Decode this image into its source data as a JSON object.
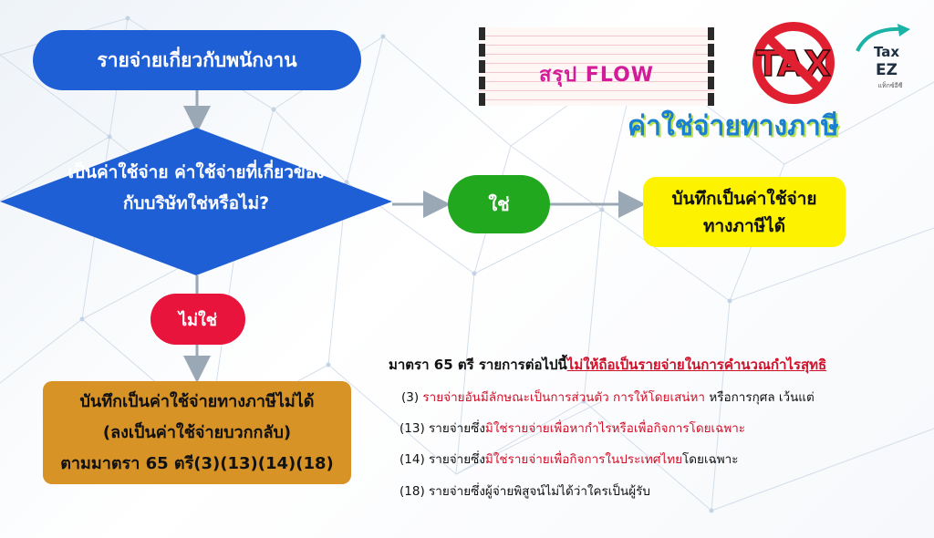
{
  "flow": {
    "start": "รายจ่ายเกี่ยวกับพนักงาน",
    "question": [
      "เป็นค่าใช้จ่าย",
      "ค่าใช้จ่ายที่เกี่ยวข้อง",
      "กับบริษัทใช่หรือไม่?"
    ],
    "yes_label": "ใช่",
    "yes_result": [
      "บันทึกเป็นค่าใช้จ่าย",
      "ทางภาษีได้"
    ],
    "no_label": "ไม่ใช่",
    "no_result": [
      "บันทึกเป็นค่าใช้จ่ายทางภาษีไม่ได้",
      "(ลงเป็นค่าใช้จ่ายบวกกลับ)",
      "ตามมาตรา 65 ตรี(3)(13)(14)(18)"
    ]
  },
  "header": {
    "ticket": "สรุป FLOW",
    "title": "ค่าใช่จ่ายทางภาษี",
    "tax_logo": "TAX",
    "brand_line1": "Tax",
    "brand_line2": "EZ",
    "brand_small": "แท็กซ์อีซี"
  },
  "notes": {
    "head_plain": "มาตรา 65 ตรี  รายการต่อไปนี้",
    "head_red": "ไม่ให้ถือเป็นรายจ่ายในการคำนวณกำไรสุทธิ",
    "items": [
      {
        "num": "(3)",
        "red": "รายจ่ายอันมีลักษณะเป็นการส่วนตัว การให้โดยเสน่หา",
        "plain": "หรือการกุศล เว้นแต่"
      },
      {
        "num": "(13)",
        "plain": "รายจ่ายซึ่ง",
        "red": "มิใช่รายจ่ายเพื่อหากำไรหรือเพื่อกิจการโดยเฉพาะ"
      },
      {
        "num": "(14)",
        "plain": "รายจ่ายซึ่ง",
        "red": "มิใช่รายจ่ายเพื่อกิจการในประเทศไทย",
        "tail": "โดยเฉพาะ"
      },
      {
        "num": "(18)",
        "plain": "รายจ่ายซึ่งผู้จ่ายพิสูจน์ไม่ได้ว่าใครเป็นผู้รับ"
      }
    ]
  },
  "colors": {
    "blue": "#1f5fd6",
    "green": "#21a81e",
    "yellow": "#fdf200",
    "red": "#e8143b",
    "orange": "#d89327",
    "title_blue": "#1b7fd1"
  }
}
